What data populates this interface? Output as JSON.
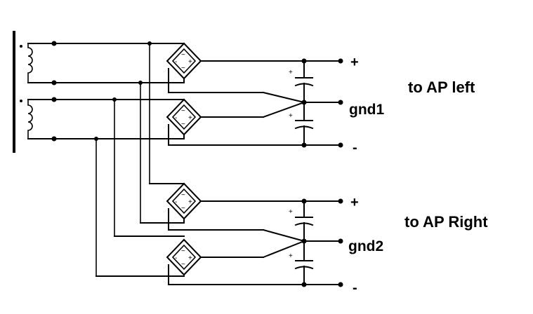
{
  "labels": {
    "plus_top": "+",
    "gnd1": "gnd1",
    "minus_top": "-",
    "to_ap_left": "to AP left",
    "plus_bottom": "+",
    "gnd2": "gnd2",
    "minus_bottom": "-",
    "to_ap_right": "to AP Right"
  },
  "bridge_symbols": {
    "ac": "~",
    "pos": "+",
    "neg": "-"
  },
  "cap_polarity": "+"
}
